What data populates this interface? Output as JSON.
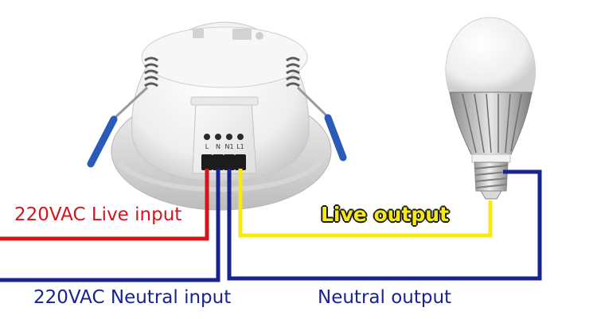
{
  "labels": {
    "live_input": "220VAC Live input",
    "neutral_input": "220VAC Neutral input",
    "live_output": "Live output",
    "neutral_output": "Neutral output"
  },
  "terminals": {
    "l": "L",
    "n": "N",
    "n1": "N1",
    "l1": "L1"
  },
  "colors": {
    "live": "#d8131b",
    "neutral": "#17238f",
    "live_output": "#f7ea11",
    "spring_clip": "#2b5bb8",
    "sensor_body": "#f2f2f2"
  }
}
